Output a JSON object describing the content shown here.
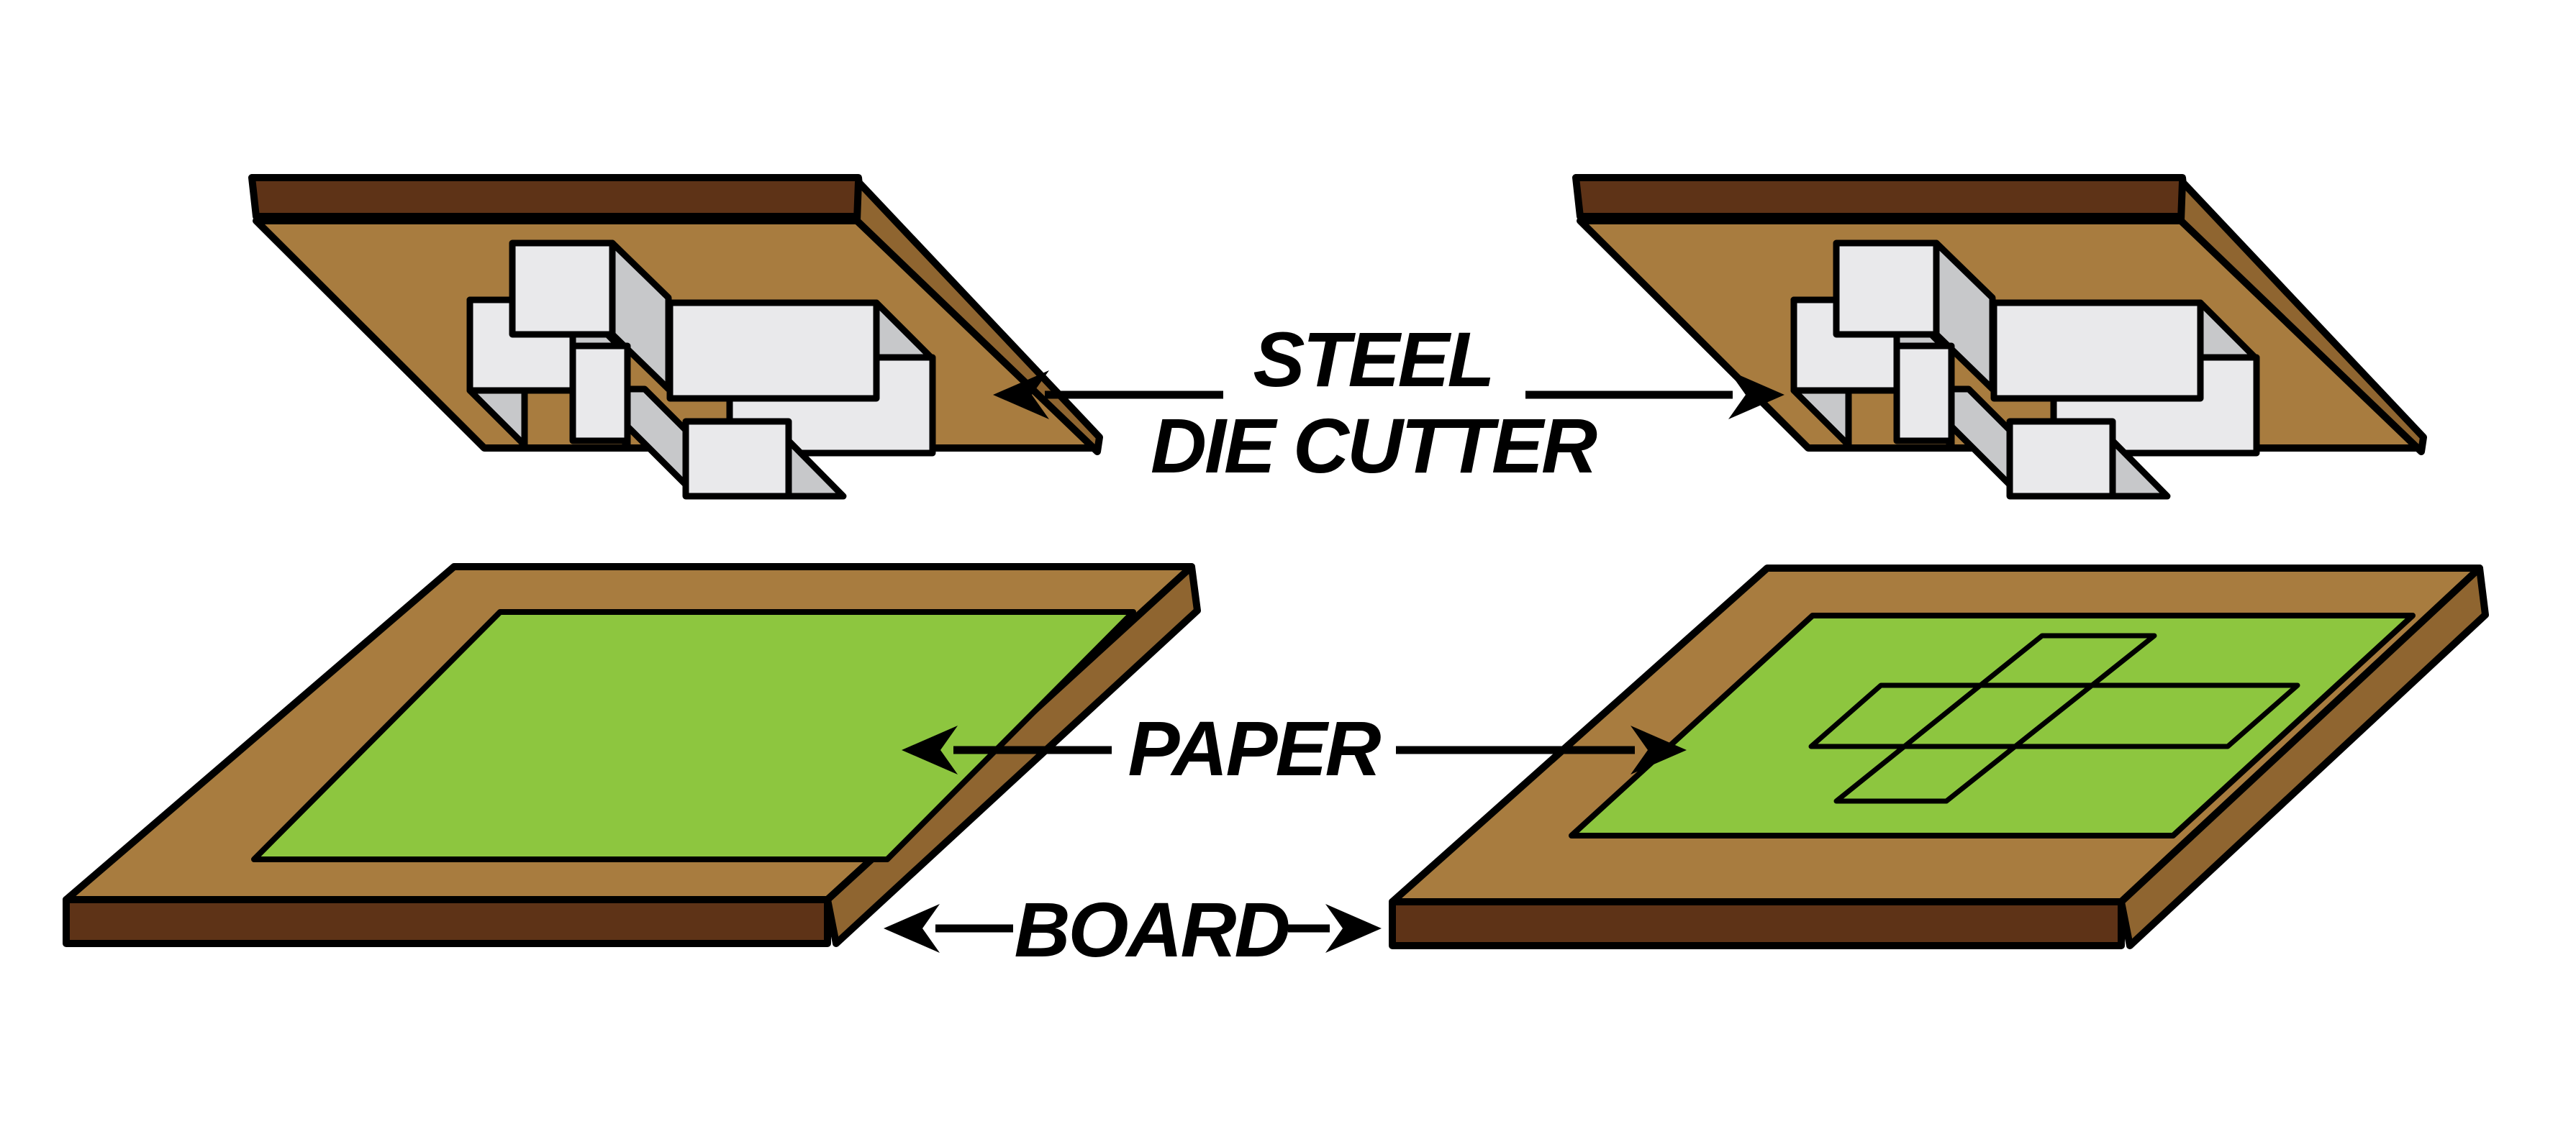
{
  "diagram": {
    "title": "Die cutting process diagram",
    "labels": {
      "die_cutter_line1": "STEEL",
      "die_cutter_line2": "DIE CUTTER",
      "paper": "PAPER",
      "board": "BOARD"
    },
    "callouts": [
      {
        "label": "STEEL DIE CUTTER",
        "points_to": [
          "left die cutter board",
          "right die cutter board"
        ]
      },
      {
        "label": "PAPER",
        "points_to": [
          "left green sheet",
          "right green sheet"
        ]
      },
      {
        "label": "BOARD",
        "points_to": [
          "left lower board edge",
          "right lower board edge"
        ]
      }
    ],
    "colors": {
      "background": "#FFFFFF",
      "board_top": "#A87C3F",
      "board_edge_dark": "#5E3317",
      "board_edge_side": "#8F6530",
      "paper_green": "#8DC63F",
      "blade_face": "#E9E9EB",
      "blade_side": "#C7C8CA",
      "outline": "#000000",
      "label_text": "#000000"
    }
  }
}
